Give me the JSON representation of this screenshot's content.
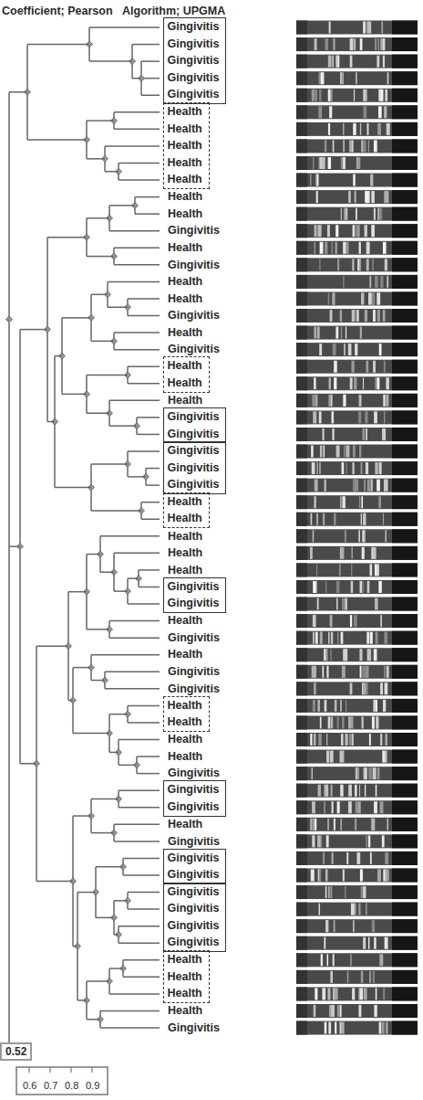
{
  "diagram": {
    "nodes": [
      {
        "text": [
          "Gingivitis",
          "Gingivitis",
          "Gingivitis",
          "Gingivitis",
          "Gingivitis"
        ]
      },
      {
        "text": [
          "Health",
          "Health",
          "Health",
          "Health",
          "Health"
        ]
      },
      {
        "text": [
          "Health",
          "Health"
        ]
      },
      {
        "text": [
          "Gingivitis",
          "Gingivitis"
        ]
      },
      {
        "text": [
          "Gingivitis",
          "Gingivitis",
          "Gingivitis"
        ]
      },
      {
        "text": [
          "Health",
          "Health"
        ]
      },
      {
        "text": [
          "Gingivitis",
          "Gingivitis"
        ]
      },
      {
        "text": [
          "Health",
          "Health"
        ]
      },
      {
        "text": [
          "Gingivitis",
          "Gingivitis"
        ]
      },
      {
        "text": [
          "Gingivitis",
          "Gingivitis"
        ]
      },
      {
        "text": [
          "Gingivitis",
          "Gingivitis",
          "Gingivitis",
          "Gingivitis"
        ]
      },
      {
        "text": [
          "Health",
          "Health",
          "Health"
        ]
      }
    ],
    "labels": [
      "Coefficient; Pearson",
      "Algorithm; UPGMA",
      "Health",
      "Health",
      "Gingivitis",
      "Health",
      "Gingivitis",
      "Health",
      "Health",
      "Gingivitis",
      "Health",
      "Gingivitis",
      "Health",
      "Health",
      "Health",
      "Health",
      "Health",
      "Gingivitis",
      "Health",
      "Gingivitis",
      "Gingivitis",
      "Health",
      "Health",
      "Gingivitis",
      "Health",
      "Gingivitis",
      "Health",
      "Gingivitis",
      "0.52",
      "0.6",
      "0.7",
      "0.8",
      "0.9"
    ]
  }
}
